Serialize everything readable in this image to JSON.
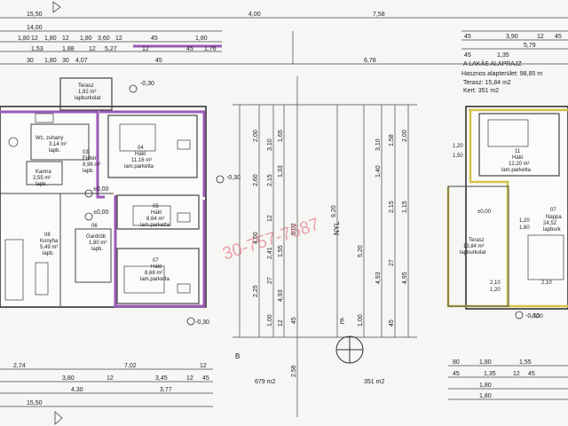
{
  "colors": {
    "wall": "#333333",
    "purple": "#9b59b6",
    "yellow": "#d4c24a",
    "dim_line": "#444444",
    "watermark": "#e06070"
  },
  "top_dims_left": [
    "15,50",
    "14,00",
    "1,80",
    "12",
    "1,80",
    "12",
    "1,80",
    "3,60",
    "12",
    "45",
    "1,80",
    "1,53",
    "1,88",
    "12",
    "5,27",
    "12",
    "45",
    "1,76",
    "30",
    "1,80",
    "30",
    "4,07",
    "45"
  ],
  "top_dims_mid": [
    "4,00",
    "7,58",
    "6,78"
  ],
  "top_dims_right": [
    "45",
    "3,90",
    "12",
    "45",
    "5,79",
    "45",
    "1,35"
  ],
  "left_rooms": [
    {
      "no": "",
      "name": "Terasz",
      "area": "1,92 m²",
      "floor": "lapburkolat"
    },
    {
      "no": "",
      "name": "Wc, zuhany",
      "area": "3,14 m²",
      "floor": "lapb."
    },
    {
      "no": "03",
      "name": "Előtér",
      "area": "8,96 m²",
      "floor": "lapb."
    },
    {
      "no": "",
      "name": "Kamra",
      "area": "2,55 m²",
      "floor": "lapb."
    },
    {
      "no": "04",
      "name": "Háló",
      "area": "11,16 m²",
      "floor": "lam.parketta"
    },
    {
      "no": "05",
      "name": "Háló",
      "area": "8,64 m²",
      "floor": "lam.parketta"
    },
    {
      "no": "07",
      "name": "Háló",
      "area": "8,68 m²",
      "floor": "lam.parketta"
    },
    {
      "no": "08",
      "name": "Konyha",
      "area": "5,49 m²",
      "floor": "lapb."
    },
    {
      "no": "06",
      "name": "Gardrób",
      "area": "1,80 m²",
      "floor": "lapb."
    }
  ],
  "levels": [
    "-0,30",
    "±0,00",
    "±0,00",
    "-0,30",
    "-0,30",
    "-0,30"
  ],
  "vert_dims": [
    "2,00",
    "3,10",
    "1,65",
    "2,60",
    "1,33",
    "2,15",
    "4,60",
    "12",
    "2,41",
    "27",
    "1,55",
    "5,02",
    "1,00",
    "2,25",
    "4,93",
    "12",
    "45",
    "9,20",
    "5,20",
    "4,93",
    "4,95",
    "1,40",
    "2,15",
    "3,10",
    "1,58",
    "1,15",
    "2,00",
    "1,00",
    "45",
    "27"
  ],
  "nyl_label": "NYL",
  "north_label": "É",
  "plot_areas": [
    "679 m2",
    "351 m2"
  ],
  "right_block": {
    "title": "A LAKÁS ALAPRAJZ",
    "lines": [
      "Hasznos alapterület: 98,85 m",
      "Terasz:  15,84 m2",
      "Kert: 351 m2"
    ],
    "rooms": [
      {
        "no": "11",
        "name": "Háló",
        "area": "12,20 m²",
        "floor": "lam.parketta"
      },
      {
        "no": "07",
        "name": "Nappa",
        "area": "24,52",
        "floor": "lapburk"
      },
      {
        "no": "",
        "name": "Terasz",
        "area": "13,84 m²",
        "floor": "lapburkolat"
      }
    ],
    "levels": [
      "±0,00",
      "-0,30"
    ],
    "dims": [
      "1,20",
      "1,50",
      "1,20",
      "1,60",
      "2,10",
      "1,20",
      "2,10"
    ]
  },
  "bottom_dims_left": [
    "2,74",
    "7,02",
    "12",
    "3,80",
    "12",
    "3,45",
    "12",
    "45",
    "4,30",
    "3,77",
    "15,50"
  ],
  "bottom_dims_right": [
    "80",
    "1,80",
    "1,55",
    "45",
    "1,35",
    "12",
    "45",
    "1,80",
    "1,80"
  ],
  "bottom_dims_mid": [
    "2,56"
  ],
  "watermark": "30-757-7687",
  "section_mark": "B"
}
